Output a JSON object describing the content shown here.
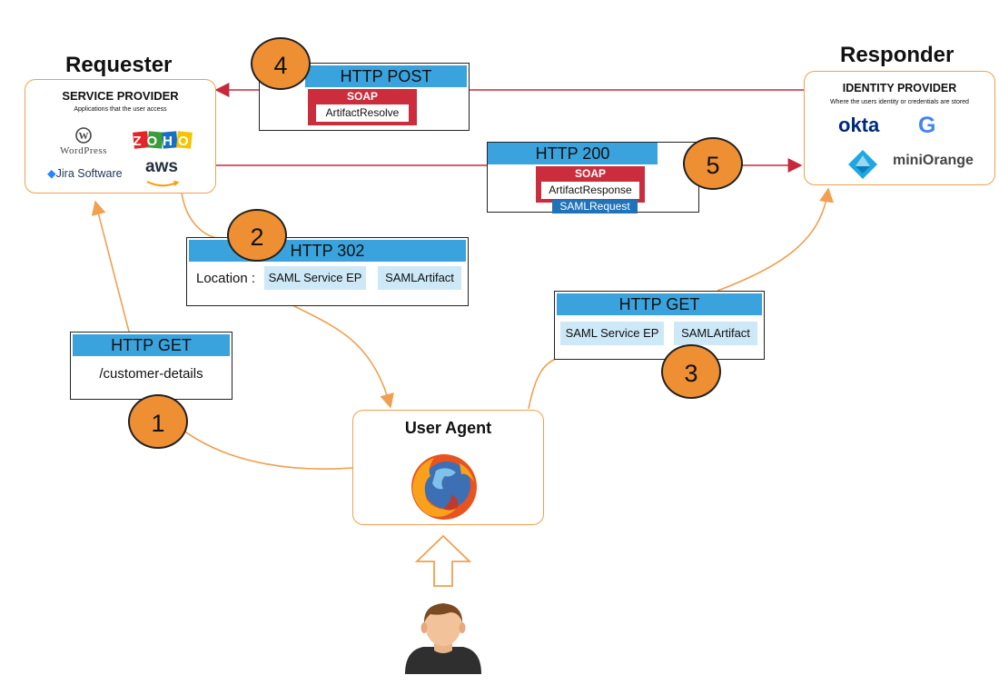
{
  "requester": {
    "role": "Requester",
    "title": "SERVICE PROVIDER",
    "subtitle": "Applications that the user access",
    "logos": {
      "wordpress": "WordPress",
      "zoho": "ZOHO",
      "jira": "Jira Software",
      "aws": "aws"
    }
  },
  "responder": {
    "role": "Responder",
    "title": "IDENTITY PROVIDER",
    "subtitle": "Where the users identity or credentials are stored",
    "logos": {
      "okta": "okta",
      "google": "G",
      "miniorange": "miniOrange"
    }
  },
  "user_agent": {
    "title": "User Agent"
  },
  "messages": {
    "step1": {
      "number": "1",
      "header": "HTTP GET",
      "path": "/customer-details"
    },
    "step2": {
      "number": "2",
      "header": "HTTP 302",
      "label": "Location :",
      "chip1": "SAML Service EP",
      "chip2": "SAMLArtifact"
    },
    "step3": {
      "number": "3",
      "header": "HTTP GET",
      "chip1": "SAML Service EP",
      "chip2": "SAMLArtifact"
    },
    "step4": {
      "number": "4",
      "header": "HTTP POST",
      "soap": "SOAP",
      "body": "ArtifactResolve"
    },
    "step5": {
      "number": "5",
      "header": "HTTP  200",
      "soap": "SOAP",
      "body": "ArtifactResponse",
      "extra": "SAMLRequest"
    }
  },
  "colors": {
    "accent_blue": "#3aa3dd",
    "chip_blue": "#cde8f7",
    "soap_red": "#cc2d3d",
    "step_orange": "#ef8f33",
    "flow_orange": "#f0a050",
    "arrow_red": "#c8283c"
  }
}
